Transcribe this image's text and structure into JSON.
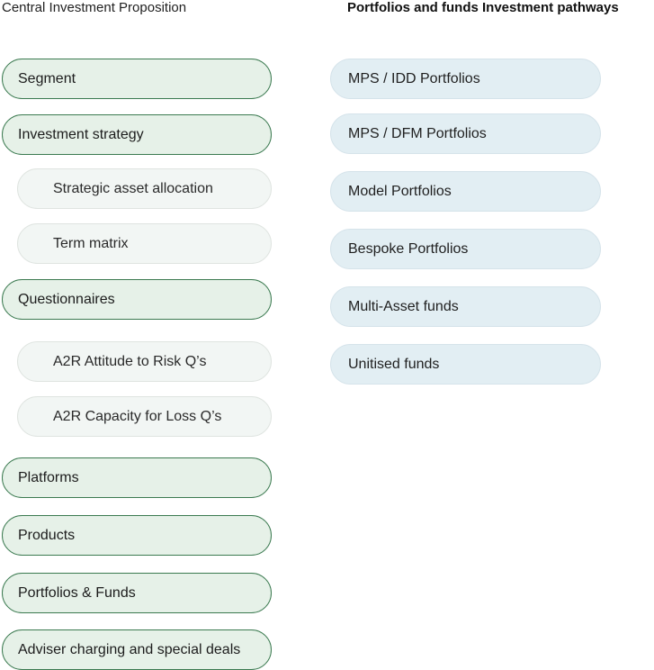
{
  "left_column": {
    "heading": "Central Investment Proposition",
    "items": [
      {
        "label": "Segment",
        "level": "primary"
      },
      {
        "label": "Investment strategy",
        "level": "primary"
      },
      {
        "label": "Strategic asset allocation",
        "level": "secondary"
      },
      {
        "label": "Term matrix",
        "level": "secondary"
      },
      {
        "label": "Questionnaires",
        "level": "primary"
      },
      {
        "label": "A2R Attitude to Risk Q’s",
        "level": "secondary"
      },
      {
        "label": "A2R Capacity for Loss Q’s",
        "level": "secondary"
      },
      {
        "label": "Platforms",
        "level": "primary"
      },
      {
        "label": "Products",
        "level": "primary"
      },
      {
        "label": "Portfolios & Funds",
        "level": "primary"
      },
      {
        "label": "Adviser charging and special deals",
        "level": "primary"
      }
    ]
  },
  "right_column": {
    "heading": "Portfolios and funds Investment pathways",
    "items": [
      {
        "label": "MPS / IDD Portfolios"
      },
      {
        "label": "MPS / DFM Portfolios"
      },
      {
        "label": "Model Portfolios"
      },
      {
        "label": "Bespoke Portfolios"
      },
      {
        "label": "Multi-Asset funds"
      },
      {
        "label": "Unitised funds"
      }
    ]
  },
  "colors": {
    "primary_border": "#3b7a50",
    "primary_fill": "#e6f1e8",
    "secondary_fill": "#f2f6f4",
    "pathway_fill": "#e2eef3"
  }
}
